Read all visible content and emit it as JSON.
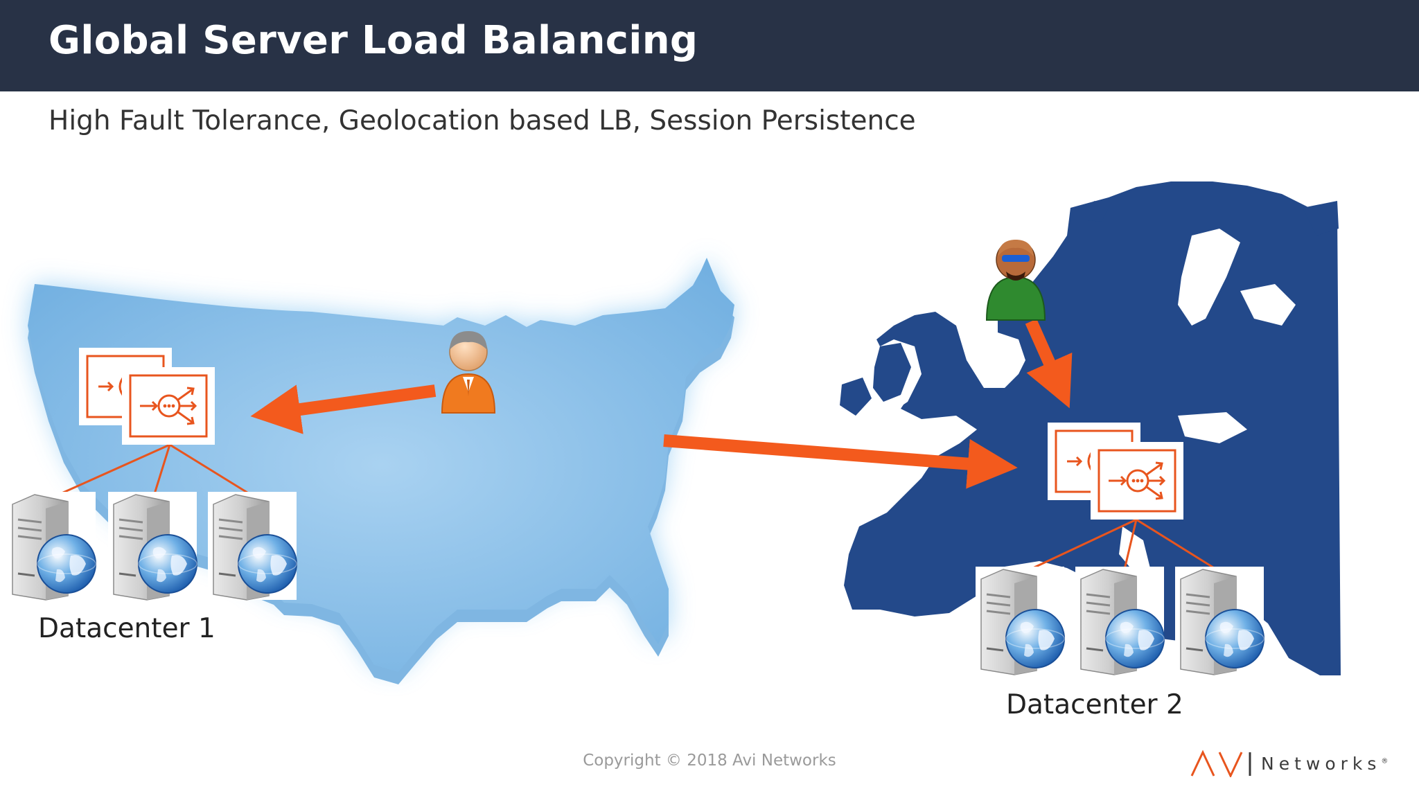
{
  "title": "Global Server Load Balancing",
  "subtitle": "High Fault Tolerance, Geolocation based LB, Session Persistence",
  "datacenters": [
    {
      "label": "Datacenter 1"
    },
    {
      "label": "Datacenter 2"
    }
  ],
  "footer": {
    "copyright": "Copyright © 2018 Avi Networks",
    "brand_mark": "AVI",
    "brand_name": "Networks",
    "brand_reg": "®"
  },
  "colors": {
    "header_bg": "#283246",
    "arrow": "#F35A1D",
    "lb_icon": "#E8551E",
    "usa_map": "#8FC3EA",
    "europe_map": "#23498A"
  },
  "icons": [
    "load-balancer-icon",
    "server-globe-icon",
    "user-icon"
  ]
}
